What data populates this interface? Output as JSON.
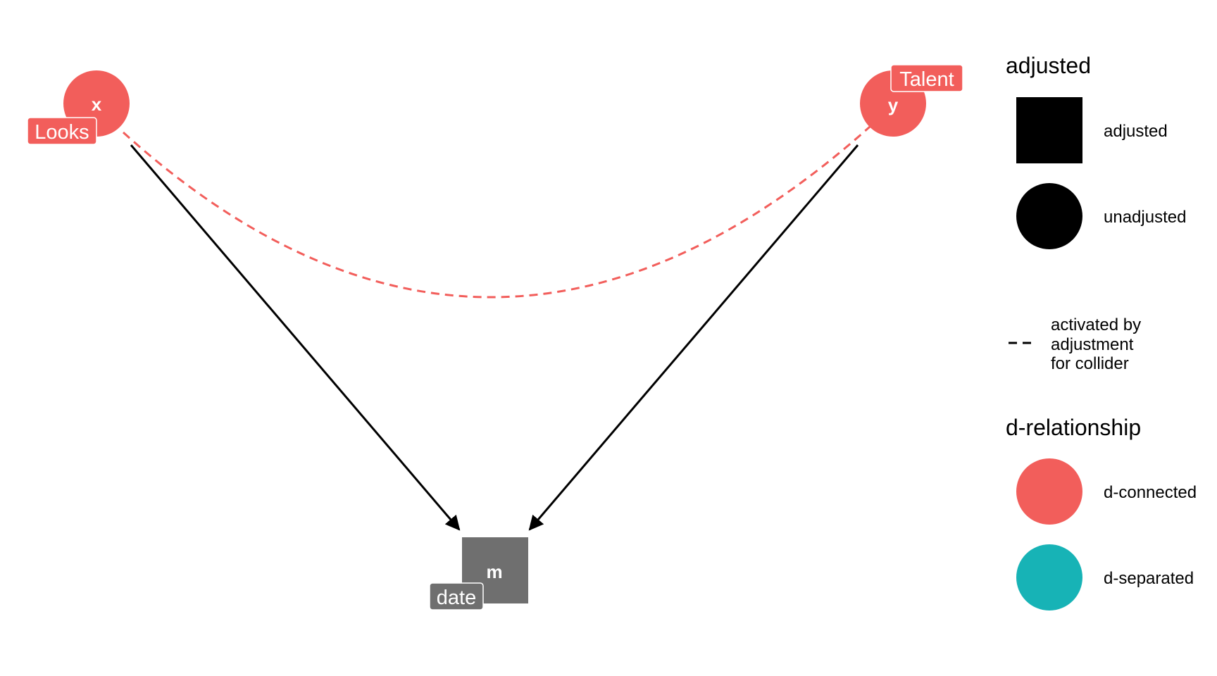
{
  "colors": {
    "d_connected": "#F25E5B",
    "d_separated": "#17B3B6",
    "adjusted_node": "#6F6F6F",
    "edge": "#000000"
  },
  "nodes": {
    "x": {
      "letter": "x",
      "label": "Looks",
      "shape": "circle",
      "status": "d-connected"
    },
    "y": {
      "letter": "y",
      "label": "Talent",
      "shape": "circle",
      "status": "d-connected"
    },
    "m": {
      "letter": "m",
      "label": "date",
      "shape": "square",
      "status": "adjusted"
    }
  },
  "edges": [
    {
      "from": "x",
      "to": "m",
      "style": "solid",
      "arrow": true
    },
    {
      "from": "y",
      "to": "m",
      "style": "solid",
      "arrow": true
    },
    {
      "from": "x",
      "to": "y",
      "style": "dashed",
      "arrow": false
    }
  ],
  "legend": {
    "adjusted_title": "adjusted",
    "adjusted_items": [
      {
        "shape": "square",
        "label": "adjusted"
      },
      {
        "shape": "circle",
        "label": "unadjusted"
      }
    ],
    "linetype_lines": [
      "activated by",
      "adjustment",
      "for collider"
    ],
    "drel_title": "d-relationship",
    "drel_items": [
      {
        "label": "d-connected",
        "color": "#F25E5B"
      },
      {
        "label": "d-separated",
        "color": "#17B3B6"
      }
    ]
  }
}
